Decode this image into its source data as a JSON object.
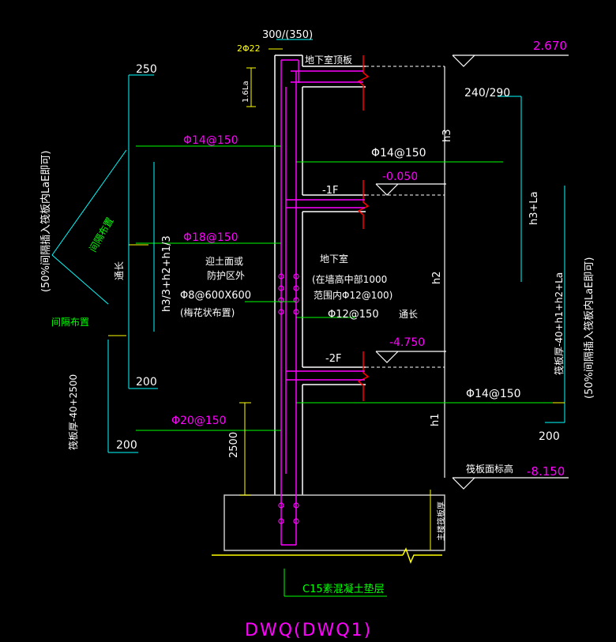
{
  "drawing": {
    "title": "DWQ(DWQ1)",
    "colors": {
      "background": "#000000",
      "white": "#ffffff",
      "magenta": "#ff00ff",
      "cyan": "#00ffff",
      "green": "#00ff00",
      "yellow": "#ffff00",
      "red": "#ff0000"
    },
    "elevations": {
      "top": "2.670",
      "minus_1f": "-0.050",
      "minus_2f": "-4.750",
      "raft": "-8.150"
    },
    "floors": {
      "b1": "-1F",
      "b2": "-2F"
    },
    "wall_width": "300/(350)",
    "top_bar": "2Φ22",
    "roof_label": "地下室顶板",
    "slab_dim": "1.6La",
    "right_width": "240/290",
    "heights": {
      "h1": "h1",
      "h2": "h2",
      "h3": "h3"
    },
    "right_rebars": {
      "upper": "Φ14@150",
      "lower": "Φ14@150"
    },
    "left_rebars": {
      "upper": "Φ14@150",
      "middle": "Φ18@150",
      "bottom": "Φ20@150"
    },
    "left_dims": {
      "top": "250",
      "middle": "200",
      "bottom": "200",
      "v_mid": "h3/3+h2+h1/3",
      "v_bottom": "筏板厚-40+2500"
    },
    "anchorage_left": "(50%间隔插入筏板内LaE即可)",
    "anchorage_right": "(50%间隔插入筏板内LaE即可)",
    "right_dims": {
      "v_upper": "h3+La",
      "v_lower": "筏板厚-40+h1+h2+La",
      "bottom": "200"
    },
    "interval_upper": "间隔布置",
    "interval_lower": "间隔布置",
    "continuous": "通长",
    "face_note": {
      "line1": "迎土面或",
      "line2": "防护区外",
      "line3": "Φ8@600X600",
      "line4": "(梅花状布置)"
    },
    "inner_note": {
      "line1": "地下室",
      "line2": "(在墙高中部1000",
      "line3": "范围内Φ12@100)",
      "line4": "Φ12@150",
      "line5": "通长"
    },
    "raft_label": "筏板面标高",
    "raft_thickness": "主楼筏板厚",
    "dim_2500": "2500",
    "cushion": "C15素混凝土垫层"
  }
}
